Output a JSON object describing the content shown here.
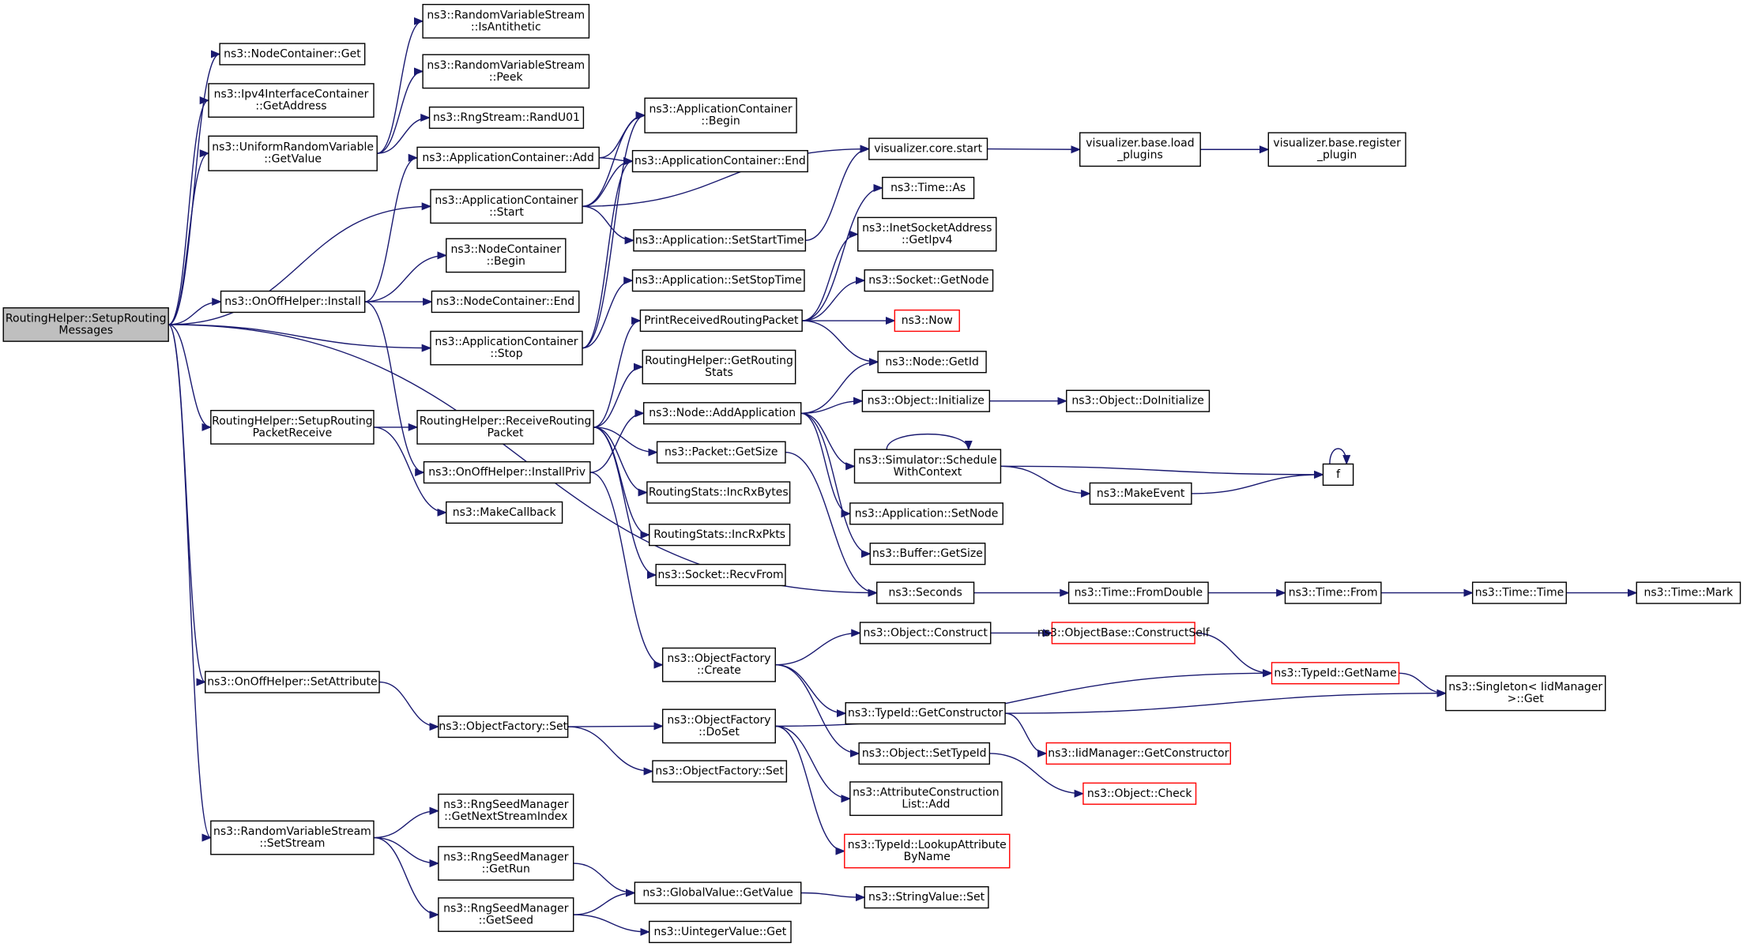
{
  "colors": {
    "edge": "#191970",
    "node_border": "#000000",
    "missing_border": "#ff0000",
    "root_fill": "#bfbfbf"
  },
  "nodes": [
    {
      "id": "root",
      "lines": [
        "RoutingHelper::SetupRouting",
        "Messages"
      ],
      "style": "root"
    },
    {
      "id": "nc_get",
      "lines": [
        "ns3::NodeContainer::Get"
      ]
    },
    {
      "id": "ipv4_get",
      "lines": [
        "ns3::Ipv4InterfaceContainer",
        "::GetAddress"
      ]
    },
    {
      "id": "urv_get",
      "lines": [
        "ns3::UniformRandomVariable",
        "::GetValue"
      ]
    },
    {
      "id": "rvs_anti",
      "lines": [
        "ns3::RandomVariableStream",
        "::IsAntithetic"
      ]
    },
    {
      "id": "rvs_peek",
      "lines": [
        "ns3::RandomVariableStream",
        "::Peek"
      ]
    },
    {
      "id": "rng_rand",
      "lines": [
        "ns3::RngStream::RandU01"
      ]
    },
    {
      "id": "ac_add",
      "lines": [
        "ns3::ApplicationContainer::Add"
      ]
    },
    {
      "id": "ac_begin",
      "lines": [
        "ns3::ApplicationContainer",
        "::Begin"
      ]
    },
    {
      "id": "ac_end",
      "lines": [
        "ns3::ApplicationContainer::End"
      ]
    },
    {
      "id": "ac_start",
      "lines": [
        "ns3::ApplicationContainer",
        "::Start"
      ]
    },
    {
      "id": "viz_start",
      "lines": [
        "visualizer.core.start"
      ]
    },
    {
      "id": "viz_load",
      "lines": [
        "visualizer.base.load",
        "_plugins"
      ]
    },
    {
      "id": "viz_reg",
      "lines": [
        "visualizer.base.register",
        "_plugin"
      ]
    },
    {
      "id": "time_as",
      "lines": [
        "ns3::Time::As"
      ]
    },
    {
      "id": "inet_get",
      "lines": [
        "ns3::InetSocketAddress",
        "::GetIpv4"
      ]
    },
    {
      "id": "app_setstart",
      "lines": [
        "ns3::Application::SetStartTime"
      ]
    },
    {
      "id": "nc_begin",
      "lines": [
        "ns3::NodeContainer",
        "::Begin"
      ]
    },
    {
      "id": "oo_install",
      "lines": [
        "ns3::OnOffHelper::Install"
      ]
    },
    {
      "id": "nc_end",
      "lines": [
        "ns3::NodeContainer::End"
      ]
    },
    {
      "id": "app_setstop",
      "lines": [
        "ns3::Application::SetStopTime"
      ]
    },
    {
      "id": "sock_getnode",
      "lines": [
        "ns3::Socket::GetNode"
      ]
    },
    {
      "id": "print_rp",
      "lines": [
        "PrintReceivedRoutingPacket"
      ]
    },
    {
      "id": "now",
      "lines": [
        "ns3::Now"
      ],
      "style": "red"
    },
    {
      "id": "ac_stop",
      "lines": [
        "ns3::ApplicationContainer",
        "::Stop"
      ]
    },
    {
      "id": "node_getid",
      "lines": [
        "ns3::Node::GetId"
      ]
    },
    {
      "id": "rh_getstats",
      "lines": [
        "RoutingHelper::GetRouting",
        "Stats"
      ]
    },
    {
      "id": "rh_setup_recv",
      "lines": [
        "RoutingHelper::SetupRouting",
        "PacketReceive"
      ]
    },
    {
      "id": "rh_recv",
      "lines": [
        "RoutingHelper::ReceiveRouting",
        "Packet"
      ]
    },
    {
      "id": "node_addapp",
      "lines": [
        "ns3::Node::AddApplication"
      ]
    },
    {
      "id": "obj_init",
      "lines": [
        "ns3::Object::Initialize"
      ]
    },
    {
      "id": "obj_doinit",
      "lines": [
        "ns3::Object::DoInitialize"
      ]
    },
    {
      "id": "pkt_getsize",
      "lines": [
        "ns3::Packet::GetSize"
      ]
    },
    {
      "id": "sim_sched",
      "lines": [
        "ns3::Simulator::Schedule",
        "WithContext"
      ]
    },
    {
      "id": "f",
      "lines": [
        "f"
      ]
    },
    {
      "id": "oo_installpriv",
      "lines": [
        "ns3::OnOffHelper::InstallPriv"
      ]
    },
    {
      "id": "rs_incbytes",
      "lines": [
        "RoutingStats::IncRxBytes"
      ]
    },
    {
      "id": "makeevent",
      "lines": [
        "ns3::MakeEvent"
      ]
    },
    {
      "id": "makecb",
      "lines": [
        "ns3::MakeCallback"
      ]
    },
    {
      "id": "app_setnode",
      "lines": [
        "ns3::Application::SetNode"
      ]
    },
    {
      "id": "rs_incpkts",
      "lines": [
        "RoutingStats::IncRxPkts"
      ]
    },
    {
      "id": "buf_getsize",
      "lines": [
        "ns3::Buffer::GetSize"
      ]
    },
    {
      "id": "sock_recvfrom",
      "lines": [
        "ns3::Socket::RecvFrom"
      ]
    },
    {
      "id": "seconds",
      "lines": [
        "ns3::Seconds"
      ]
    },
    {
      "id": "time_fromdouble",
      "lines": [
        "ns3::Time::FromDouble"
      ]
    },
    {
      "id": "time_from",
      "lines": [
        "ns3::Time::From"
      ]
    },
    {
      "id": "time_time",
      "lines": [
        "ns3::Time::Time"
      ]
    },
    {
      "id": "time_mark",
      "lines": [
        "ns3::Time::Mark"
      ]
    },
    {
      "id": "obj_construct",
      "lines": [
        "ns3::Object::Construct"
      ]
    },
    {
      "id": "ob_constructself",
      "lines": [
        "ns3::ObjectBase::ConstructSelf"
      ],
      "style": "red"
    },
    {
      "id": "of_create",
      "lines": [
        "ns3::ObjectFactory",
        "::Create"
      ]
    },
    {
      "id": "tid_getname",
      "lines": [
        "ns3::TypeId::GetName"
      ],
      "style": "red"
    },
    {
      "id": "oo_setattr",
      "lines": [
        "ns3::OnOffHelper::SetAttribute"
      ]
    },
    {
      "id": "tid_getctor",
      "lines": [
        "ns3::TypeId::GetConstructor"
      ]
    },
    {
      "id": "singleton_get",
      "lines": [
        "ns3::Singleton< IidManager",
        ">::Get"
      ]
    },
    {
      "id": "of_set",
      "lines": [
        "ns3::ObjectFactory::Set"
      ]
    },
    {
      "id": "of_doset",
      "lines": [
        "ns3::ObjectFactory",
        "::DoSet"
      ]
    },
    {
      "id": "iid_getctor",
      "lines": [
        "ns3::IidManager::GetConstructor"
      ],
      "style": "red"
    },
    {
      "id": "obj_settid",
      "lines": [
        "ns3::Object::SetTypeId"
      ]
    },
    {
      "id": "of_set2",
      "lines": [
        "ns3::ObjectFactory::Set"
      ]
    },
    {
      "id": "obj_check",
      "lines": [
        "ns3::Object::Check"
      ],
      "style": "red"
    },
    {
      "id": "acl_add",
      "lines": [
        "ns3::AttributeConstruction",
        "List::Add"
      ]
    },
    {
      "id": "rngsm_next",
      "lines": [
        "ns3::RngSeedManager",
        "::GetNextStreamIndex"
      ]
    },
    {
      "id": "rvs_setstream",
      "lines": [
        "ns3::RandomVariableStream",
        "::SetStream"
      ]
    },
    {
      "id": "tid_lookup",
      "lines": [
        "ns3::TypeId::LookupAttribute",
        "ByName"
      ],
      "style": "red"
    },
    {
      "id": "rngsm_getrun",
      "lines": [
        "ns3::RngSeedManager",
        "::GetRun"
      ]
    },
    {
      "id": "gv_getvalue",
      "lines": [
        "ns3::GlobalValue::GetValue"
      ]
    },
    {
      "id": "sv_set",
      "lines": [
        "ns3::StringValue::Set"
      ]
    },
    {
      "id": "rngsm_getseed",
      "lines": [
        "ns3::RngSeedManager",
        "::GetSeed"
      ]
    },
    {
      "id": "uv_get",
      "lines": [
        "ns3::UintegerValue::Get"
      ]
    }
  ],
  "edges": [
    [
      "root",
      "nc_get"
    ],
    [
      "root",
      "ipv4_get"
    ],
    [
      "root",
      "urv_get"
    ],
    [
      "root",
      "ac_start"
    ],
    [
      "root",
      "oo_install"
    ],
    [
      "root",
      "ac_stop"
    ],
    [
      "root",
      "rh_setup_recv"
    ],
    [
      "root",
      "seconds"
    ],
    [
      "root",
      "oo_setattr"
    ],
    [
      "root",
      "rvs_setstream"
    ],
    [
      "urv_get",
      "rvs_anti"
    ],
    [
      "urv_get",
      "rvs_peek"
    ],
    [
      "urv_get",
      "rng_rand"
    ],
    [
      "ac_add",
      "ac_begin"
    ],
    [
      "ac_add",
      "ac_end"
    ],
    [
      "ac_start",
      "ac_begin"
    ],
    [
      "ac_start",
      "ac_end"
    ],
    [
      "ac_start",
      "viz_start"
    ],
    [
      "ac_start",
      "app_setstart"
    ],
    [
      "viz_start",
      "viz_load"
    ],
    [
      "viz_load",
      "viz_reg"
    ],
    [
      "app_setstart",
      "viz_start"
    ],
    [
      "oo_install",
      "ac_add"
    ],
    [
      "oo_install",
      "nc_begin"
    ],
    [
      "oo_install",
      "nc_end"
    ],
    [
      "oo_install",
      "oo_installpriv"
    ],
    [
      "ac_stop",
      "ac_begin"
    ],
    [
      "ac_stop",
      "ac_end"
    ],
    [
      "ac_stop",
      "app_setstop"
    ],
    [
      "print_rp",
      "time_as"
    ],
    [
      "print_rp",
      "inet_get"
    ],
    [
      "print_rp",
      "sock_getnode"
    ],
    [
      "print_rp",
      "now"
    ],
    [
      "print_rp",
      "node_getid"
    ],
    [
      "rh_setup_recv",
      "rh_recv"
    ],
    [
      "rh_setup_recv",
      "makecb"
    ],
    [
      "rh_recv",
      "print_rp"
    ],
    [
      "rh_recv",
      "rh_getstats"
    ],
    [
      "rh_recv",
      "pkt_getsize"
    ],
    [
      "rh_recv",
      "rs_incbytes"
    ],
    [
      "rh_recv",
      "rs_incpkts"
    ],
    [
      "rh_recv",
      "sock_recvfrom"
    ],
    [
      "oo_installpriv",
      "node_addapp"
    ],
    [
      "oo_installpriv",
      "of_create"
    ],
    [
      "node_addapp",
      "node_getid"
    ],
    [
      "node_addapp",
      "obj_init"
    ],
    [
      "node_addapp",
      "sim_sched"
    ],
    [
      "node_addapp",
      "app_setnode"
    ],
    [
      "node_addapp",
      "buf_getsize"
    ],
    [
      "obj_init",
      "obj_doinit"
    ],
    [
      "sim_sched",
      "sim_sched"
    ],
    [
      "sim_sched",
      "f"
    ],
    [
      "sim_sched",
      "makeevent"
    ],
    [
      "makeevent",
      "f"
    ],
    [
      "f",
      "f"
    ],
    [
      "pkt_getsize",
      "seconds"
    ],
    [
      "seconds",
      "time_fromdouble"
    ],
    [
      "time_fromdouble",
      "time_from"
    ],
    [
      "time_from",
      "time_time"
    ],
    [
      "time_time",
      "time_mark"
    ],
    [
      "of_create",
      "obj_construct"
    ],
    [
      "of_create",
      "tid_getctor"
    ],
    [
      "of_create",
      "obj_settid"
    ],
    [
      "obj_construct",
      "ob_constructself"
    ],
    [
      "ob_constructself",
      "tid_getname"
    ],
    [
      "tid_getname",
      "singleton_get"
    ],
    [
      "tid_getctor",
      "singleton_get"
    ],
    [
      "tid_getctor",
      "iid_getctor"
    ],
    [
      "obj_settid",
      "obj_check"
    ],
    [
      "oo_setattr",
      "of_set"
    ],
    [
      "of_set",
      "of_doset"
    ],
    [
      "of_set",
      "of_set2"
    ],
    [
      "of_doset",
      "tid_getname"
    ],
    [
      "of_doset",
      "acl_add"
    ],
    [
      "of_doset",
      "tid_lookup"
    ],
    [
      "rvs_setstream",
      "rngsm_next"
    ],
    [
      "rvs_setstream",
      "rngsm_getrun"
    ],
    [
      "rvs_setstream",
      "rngsm_getseed"
    ],
    [
      "rngsm_getrun",
      "gv_getvalue"
    ],
    [
      "rngsm_getseed",
      "gv_getvalue"
    ],
    [
      "rngsm_getseed",
      "uv_get"
    ],
    [
      "gv_getvalue",
      "sv_set"
    ]
  ]
}
